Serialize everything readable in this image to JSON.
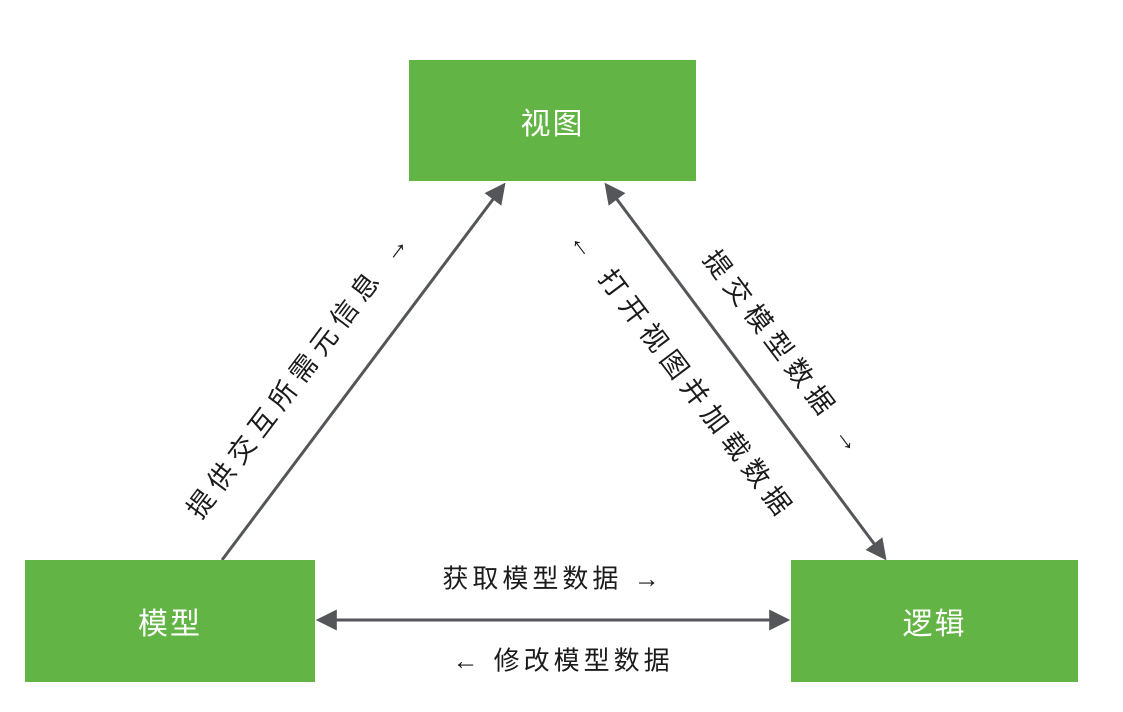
{
  "diagram": {
    "nodes": {
      "view": {
        "label": "视图"
      },
      "model": {
        "label": "模型"
      },
      "logic": {
        "label": "逻辑"
      }
    },
    "edges": {
      "model_view": {
        "label": "提供交互所需元信息 →",
        "direction": "model to view, single-headed"
      },
      "view_logic": {
        "label_open_view": "← 打开视图并加载数据",
        "label_submit": "提交模型数据 →",
        "direction": "double-headed"
      },
      "model_logic": {
        "label_get": "获取模型数据 →",
        "label_modify": "← 修改模型数据",
        "direction": "double-headed"
      }
    },
    "colors": {
      "node_fill": "#62B444",
      "node_text": "#FFFFFF",
      "arrow_line": "#55565A",
      "label_text": "#1B1B1B",
      "background": "#FFFFFF"
    }
  }
}
